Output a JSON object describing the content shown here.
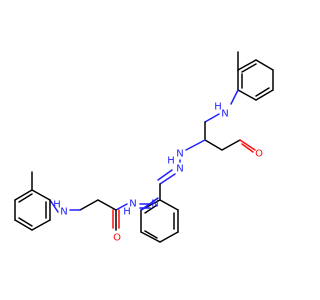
{
  "molecule": {
    "colors": {
      "carbon": "#000000",
      "nitrogen": "#2020ff",
      "oxygen": "#ff0d0d"
    },
    "atom_labels": {
      "nh_upper": "H",
      "n_upper": "N",
      "nh_hyd_upper": "H",
      "n_hyd_upper": "N",
      "n_imine_upper": "N",
      "o_upper": "O",
      "nh_lower": "H",
      "n_lower": "N",
      "nh_hyd_lower": "H",
      "n_hyd_lower": "N",
      "n_imine_lower": "N",
      "o_lower": "O"
    }
  }
}
